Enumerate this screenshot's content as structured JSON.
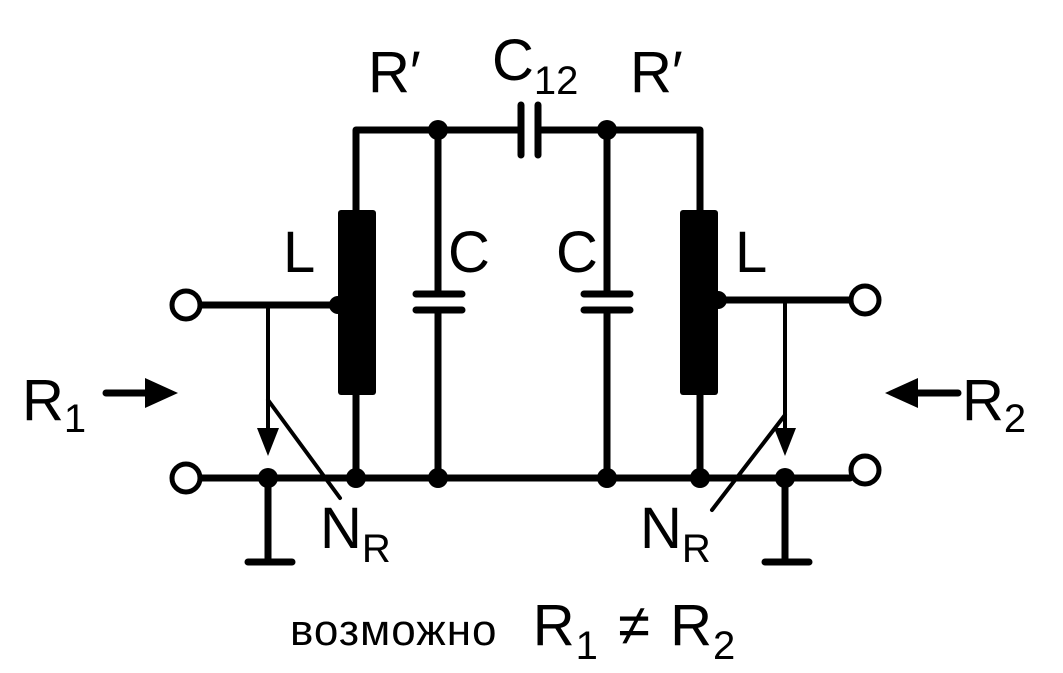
{
  "labels": {
    "r_prime_left": "R′",
    "c12_main": "C",
    "c12_sub": "12",
    "r_prime_right": "R′",
    "l_left": "L",
    "c_left": "C",
    "c_right": "C",
    "l_right": "L",
    "r1_main": "R",
    "r1_sub": "1",
    "r2_main": "R",
    "r2_sub": "2",
    "nr_left_main": "N",
    "nr_left_sub": "R",
    "nr_right_main": "N",
    "nr_right_sub": "R"
  },
  "caption": {
    "word": "возможно",
    "r1_main": "R",
    "r1_sub": "1",
    "neq": "≠",
    "r2_main": "R",
    "r2_sub": "2"
  }
}
